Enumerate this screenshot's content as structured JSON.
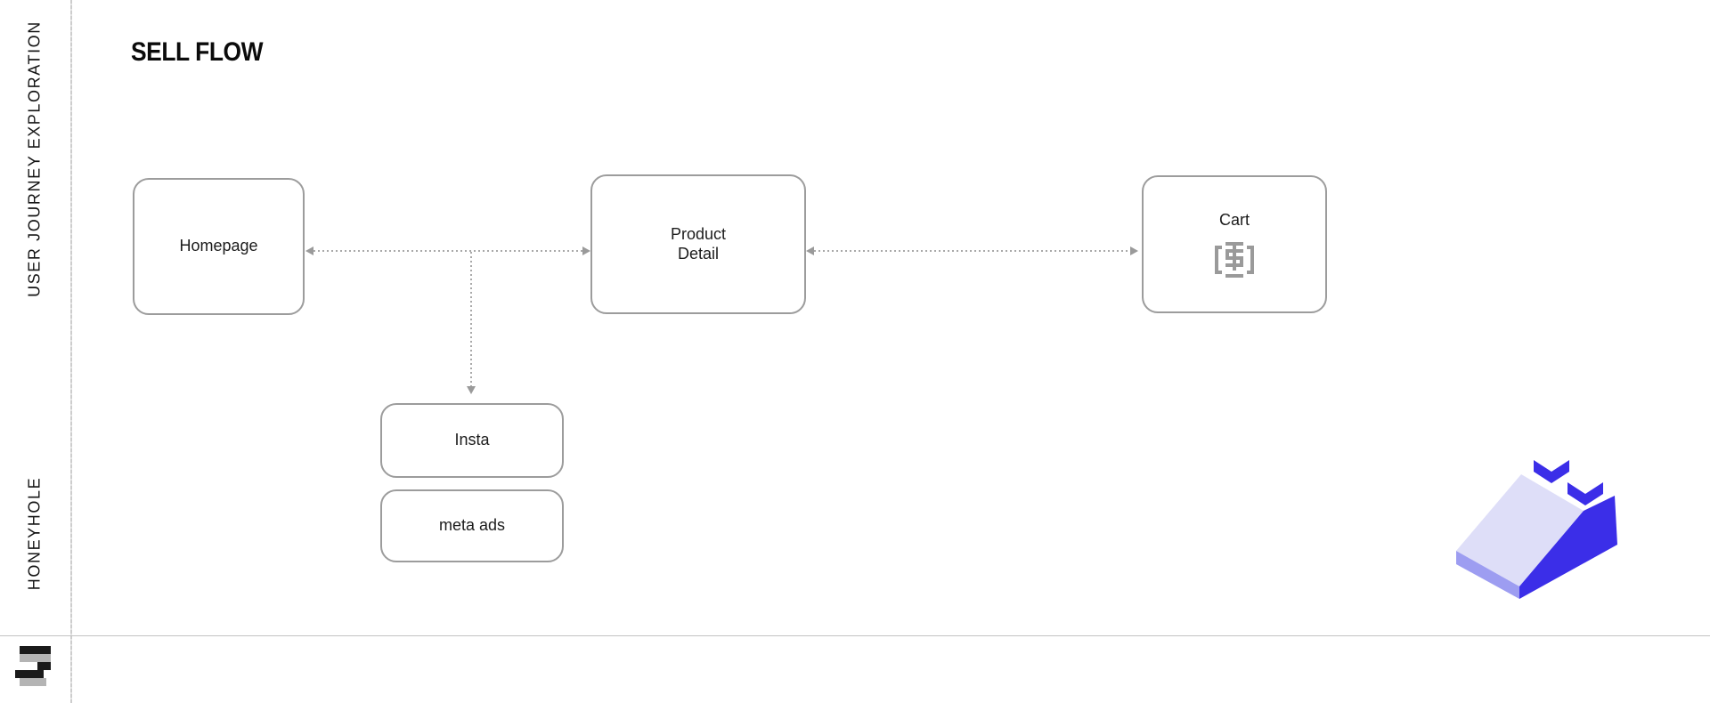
{
  "header": {
    "title": "SELL FLOW"
  },
  "sidebar": {
    "top_label": "USER JOURNEY EXPLORATION",
    "bottom_label": "HONEYHOLE",
    "logo_name": "honeyhole-s-logo"
  },
  "diagram": {
    "nodes": [
      {
        "label": "Homepage"
      },
      {
        "label": "Product Detail"
      },
      {
        "label": "Cart",
        "icon": "dollar-coin-icon"
      },
      {
        "label": "Insta"
      },
      {
        "label": "meta ads"
      }
    ],
    "edges": [
      {
        "from": "Homepage",
        "to": "Product Detail",
        "type": "dotted-double-arrow"
      },
      {
        "from": "Product Detail",
        "to": "Cart",
        "type": "dotted-double-arrow"
      },
      {
        "from": "Homepage-Product Detail connector",
        "to": "Insta",
        "type": "dotted-arrow-down"
      }
    ]
  },
  "colors": {
    "node_border": "#9c9c9c",
    "connector": "#a9a9a9",
    "icon_gray": "#9a9a9a",
    "accent_blue": "#3b2ee8",
    "accent_light": "#dedef8",
    "accent_mid": "#9d9df1"
  },
  "decoration": {
    "name": "isometric-wedge-with-chevrons"
  }
}
